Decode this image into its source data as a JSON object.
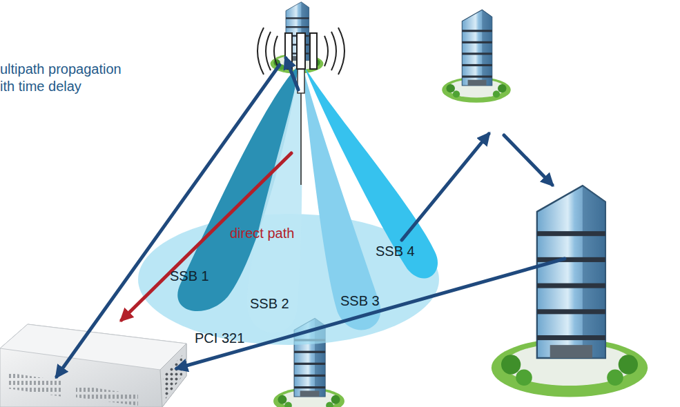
{
  "diagram": {
    "labels": [
      "ultipath propagation ith time delay",
      "direct path",
      "SSB 1",
      "SSB 2",
      "SSB 3",
      "SSB 4",
      "PCI 321"
    ]
  }
}
